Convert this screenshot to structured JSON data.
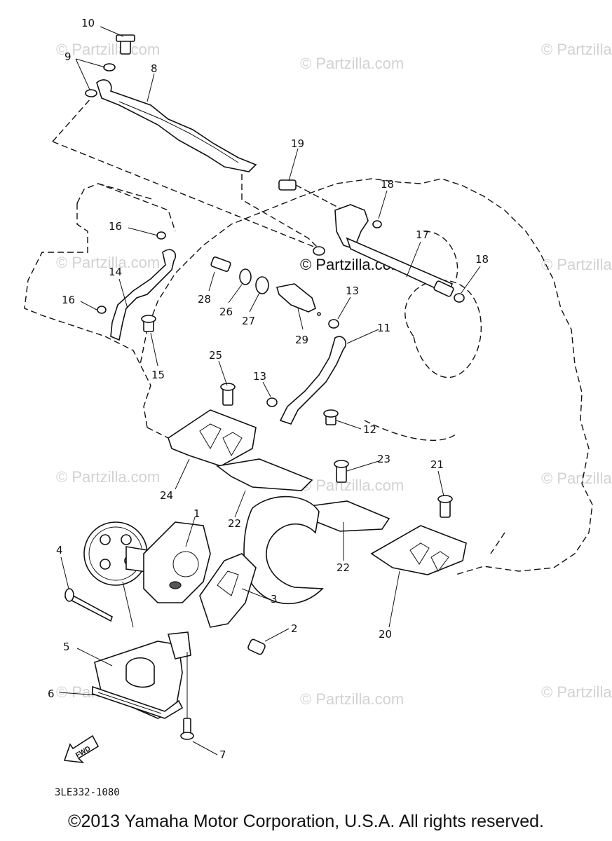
{
  "diagram": {
    "watermark": "© Partzilla.com",
    "part_code": "3LE332-1080",
    "fwd_label": "FWD",
    "callouts": [
      {
        "id": "1",
        "label": "1"
      },
      {
        "id": "2",
        "label": "2"
      },
      {
        "id": "3",
        "label": "3"
      },
      {
        "id": "4",
        "label": "4"
      },
      {
        "id": "5",
        "label": "5"
      },
      {
        "id": "6",
        "label": "6"
      },
      {
        "id": "7",
        "label": "7"
      },
      {
        "id": "8",
        "label": "8"
      },
      {
        "id": "9",
        "label": "9"
      },
      {
        "id": "10",
        "label": "10"
      },
      {
        "id": "11",
        "label": "11"
      },
      {
        "id": "12",
        "label": "12"
      },
      {
        "id": "13a",
        "label": "13"
      },
      {
        "id": "13b",
        "label": "13"
      },
      {
        "id": "14",
        "label": "14"
      },
      {
        "id": "15",
        "label": "15"
      },
      {
        "id": "16a",
        "label": "16"
      },
      {
        "id": "16b",
        "label": "16"
      },
      {
        "id": "17",
        "label": "17"
      },
      {
        "id": "18a",
        "label": "18"
      },
      {
        "id": "18b",
        "label": "18"
      },
      {
        "id": "19",
        "label": "19"
      },
      {
        "id": "20",
        "label": "20"
      },
      {
        "id": "21",
        "label": "21"
      },
      {
        "id": "22a",
        "label": "22"
      },
      {
        "id": "22b",
        "label": "22"
      },
      {
        "id": "23",
        "label": "23"
      },
      {
        "id": "24",
        "label": "24"
      },
      {
        "id": "25",
        "label": "25"
      },
      {
        "id": "26",
        "label": "26"
      },
      {
        "id": "27",
        "label": "27"
      },
      {
        "id": "28",
        "label": "28"
      },
      {
        "id": "29",
        "label": "29"
      }
    ]
  },
  "footer": {
    "copyright": "©2013 Yamaha Motor Corporation, U.S.A. All rights reserved."
  }
}
